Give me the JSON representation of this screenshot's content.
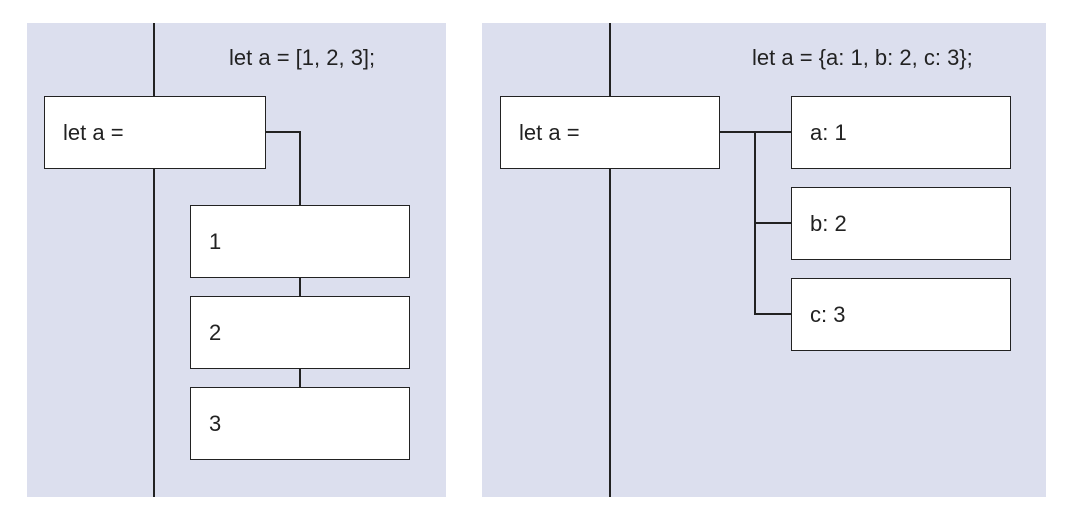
{
  "array_panel": {
    "code": "let a = [1, 2, 3];",
    "variable_label": "let a =",
    "items": [
      "1",
      "2",
      "3"
    ]
  },
  "object_panel": {
    "code": "let a = {a: 1, b: 2, c: 3};",
    "variable_label": "let a =",
    "items": [
      "a: 1",
      "b: 2",
      "c: 3"
    ]
  },
  "colors": {
    "panel_background": "#dcdfee",
    "box_fill": "#ffffff",
    "stroke": "#222222"
  }
}
